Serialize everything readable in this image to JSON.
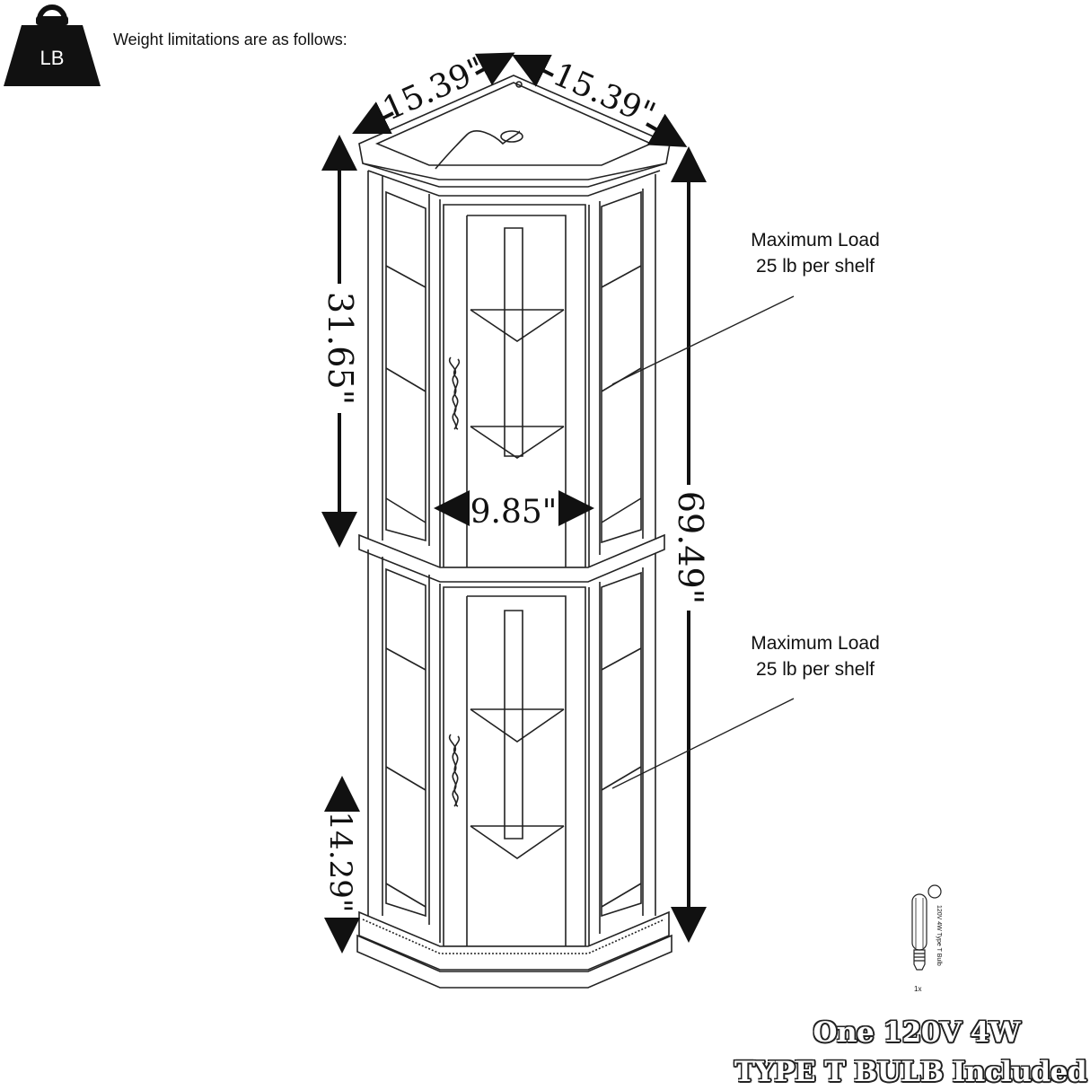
{
  "header": {
    "weight_icon_label": "LB",
    "intro_text": "Weight limitations are as follows:"
  },
  "dimensions": {
    "top_left_width": "15.39\"",
    "top_right_width": "15.39\"",
    "upper_height": "31.65\"",
    "total_height": "69.49\"",
    "inner_width": "9.85\"",
    "base_height": "14.29\""
  },
  "callouts": {
    "top_shelf": {
      "line1": "Maximum Load",
      "line2": "25 lb per shelf"
    },
    "bottom_shelf": {
      "line1": "Maximum Load",
      "line2": "25 lb per shelf"
    }
  },
  "bulb": {
    "side_text": "120V 4W Type T Bulb",
    "quantity": "1x",
    "title_line1": "One 120V 4W",
    "title_line2": "TYPE T BULB Included"
  },
  "colors": {
    "line": "#222222",
    "background": "#ffffff"
  }
}
